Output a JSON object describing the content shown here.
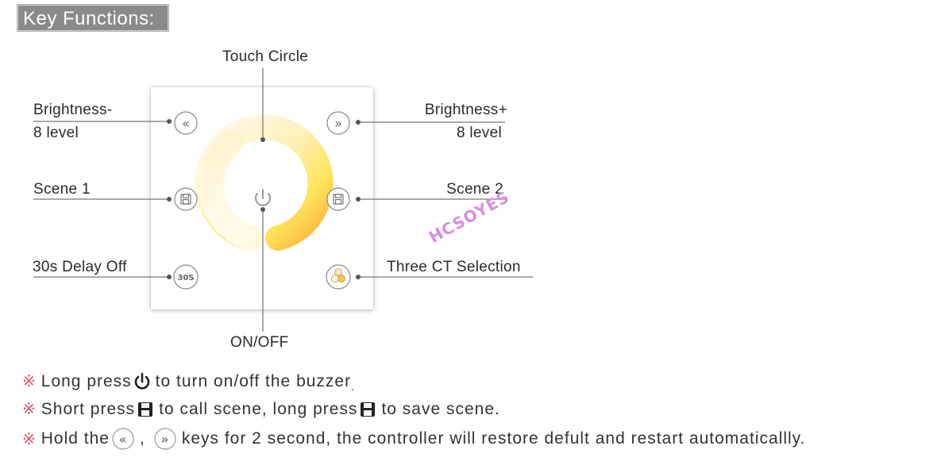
{
  "header": {
    "title": "Key Functions:"
  },
  "callouts": {
    "touch_circle": "Touch Circle",
    "brightness_minus": "Brightness-",
    "brightness_minus_level": "8 level",
    "brightness_plus": "Brightness+",
    "brightness_plus_level": "8 level",
    "scene1": "Scene 1",
    "scene2": "Scene 2",
    "delay_off": "30s Delay Off",
    "three_ct": "Three CT Selection",
    "on_off": "ON/OFF"
  },
  "panel": {
    "delay_button_text": "30S",
    "buttons": [
      "brightness-minus-icon",
      "brightness-plus-icon",
      "save-icon",
      "save-icon",
      "timer-icon",
      "color-temperature-icon",
      "power-icon"
    ]
  },
  "watermark": "HCSOYES",
  "notes": {
    "mark": "※",
    "note1_a": "Long press",
    "note1_b": "to turn on/off the buzzer",
    "note1_c": ".",
    "note2_a": "Short press",
    "note2_b": "to call scene, long press",
    "note2_c": "to save scene.",
    "note3_a": "Hold the",
    "note3_b": ",",
    "note3_c": "keys for 2 second, the controller will restore defult and restart automaticallly."
  },
  "colors": {
    "ring_start": "#fff7ec",
    "ring_end": "#fbbc3c",
    "note_mark": "#e0506e",
    "watermark": "#d88ee0",
    "badge_bg": "#8a8a8a"
  }
}
